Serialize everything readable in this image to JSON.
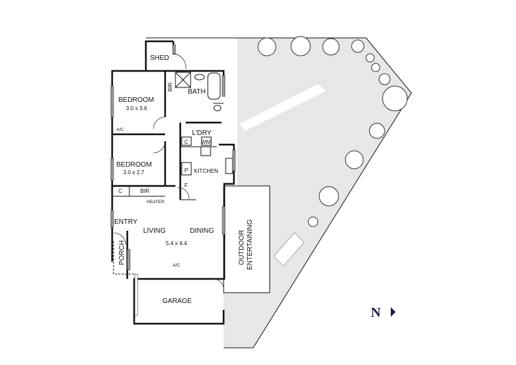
{
  "rooms": {
    "shed": "SHED",
    "bir_top": "BIR",
    "bath": "BATH",
    "bedroom1": {
      "name": "BEDROOM",
      "size": "3.0 x 3.6"
    },
    "bedroom2": {
      "name": "BEDROOM",
      "size": "3.0 x 2.7"
    },
    "laundry": "L'DRY",
    "laundry_c": "C",
    "wm": "WM",
    "kitchen": "KITCHEN",
    "pantry": "P",
    "fridge": "F",
    "closet": "C",
    "bir": "BIR",
    "heater": "HEATER",
    "ac1": "A/C",
    "ac2": "A/C",
    "entry": "ENTRY",
    "living": "LIVING",
    "dining": "DINING",
    "living_size": "5.4 x 4.4",
    "porch": "PORCH",
    "outdoor": "OUTDOOR",
    "entertaining": "ENTERTAINING",
    "garage": "GARAGE"
  },
  "compass": {
    "label": "N"
  },
  "colors": {
    "garden": "#e6e7e8",
    "wall": "#111111",
    "window": "#9a9a9a"
  }
}
